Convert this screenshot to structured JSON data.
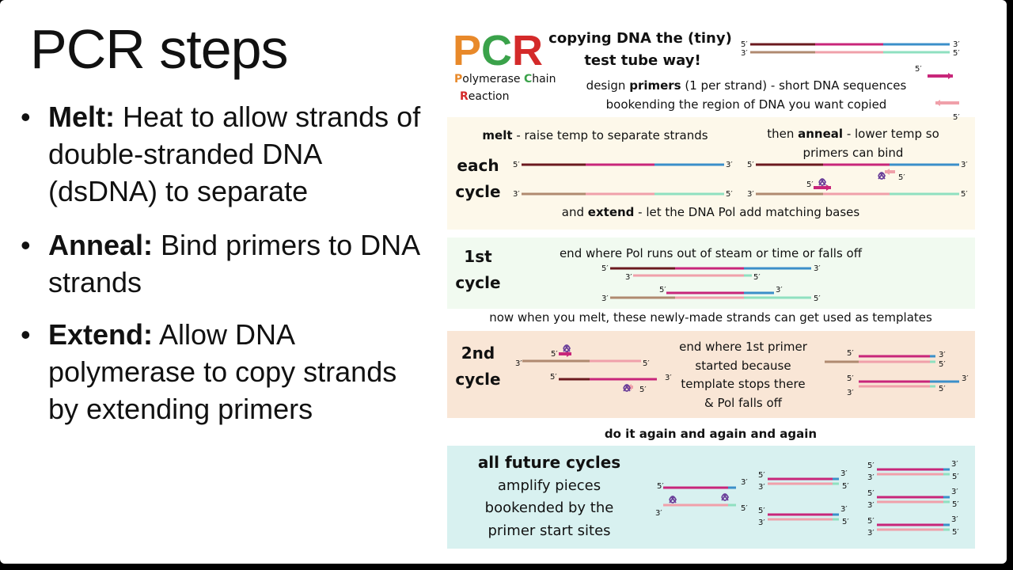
{
  "title": "PCR steps",
  "bullets": [
    {
      "term": "Melt:",
      "text": " Heat to allow strands of double-stranded DNA (dsDNA) to separate"
    },
    {
      "term": "Anneal:",
      "text": " Bind primers to DNA strands"
    },
    {
      "term": "Extend:",
      "text": " Allow DNA polymerase to copy strands by extending primers"
    }
  ],
  "diagram": {
    "logo": {
      "p": "P",
      "c": "C",
      "r": "R",
      "line1_a": "P",
      "line1_b": "olymerase ",
      "line1_c": "C",
      "line1_d": "hain",
      "line2_a": "R",
      "line2_b": "eaction"
    },
    "header": {
      "line1": "copying DNA the (tiny)",
      "line2": "test tube way!"
    },
    "primers": {
      "pre": "design ",
      "bold": "primers",
      "post": " (1 per strand) - short DNA sequences",
      "line2": "bookending the region of DNA you want copied"
    },
    "ends": {
      "five": "5′",
      "three": "3′"
    },
    "each_cycle": {
      "label1": "each",
      "label2": "cycle",
      "melt_bold": "melt",
      "melt_rest": " - raise temp to separate strands",
      "anneal_pre": "then ",
      "anneal_bold": "anneal",
      "anneal_rest": " - lower temp so",
      "anneal_line2": "primers can bind",
      "extend_pre": "and ",
      "extend_bold": "extend",
      "extend_rest": " - let the DNA Pol add matching bases"
    },
    "first_cycle": {
      "label1": "1st",
      "label2": "cycle",
      "note": "end where Pol runs out of steam or time or falls off"
    },
    "transition": "now when you melt, these newly-made strands can get used as templates",
    "second_cycle": {
      "label1": "2nd",
      "label2": "cycle",
      "note_lines": [
        "end where 1st primer",
        "started because",
        "template stops there",
        "& Pol falls off"
      ]
    },
    "again": "do it again and again and again",
    "future": {
      "title": "all future cycles",
      "lines": [
        "amplify pieces",
        "bookended by the",
        "primer start sites"
      ]
    },
    "colors": {
      "dark": "#6b1a1f",
      "magenta": "#c8267a",
      "blue": "#3b8fc9",
      "tan": "#b08a70",
      "pink": "#f0a0aa",
      "mint": "#8fe0c0",
      "box_yellow": "#fdf8ea",
      "box_green": "#f1faf0",
      "box_orange": "#f9e6d6",
      "box_teal": "#d8f1f0",
      "logo_p": "#e8892a",
      "logo_c": "#3aa24a",
      "logo_r": "#d42a2a",
      "polymerase": "#6a3e99"
    }
  }
}
